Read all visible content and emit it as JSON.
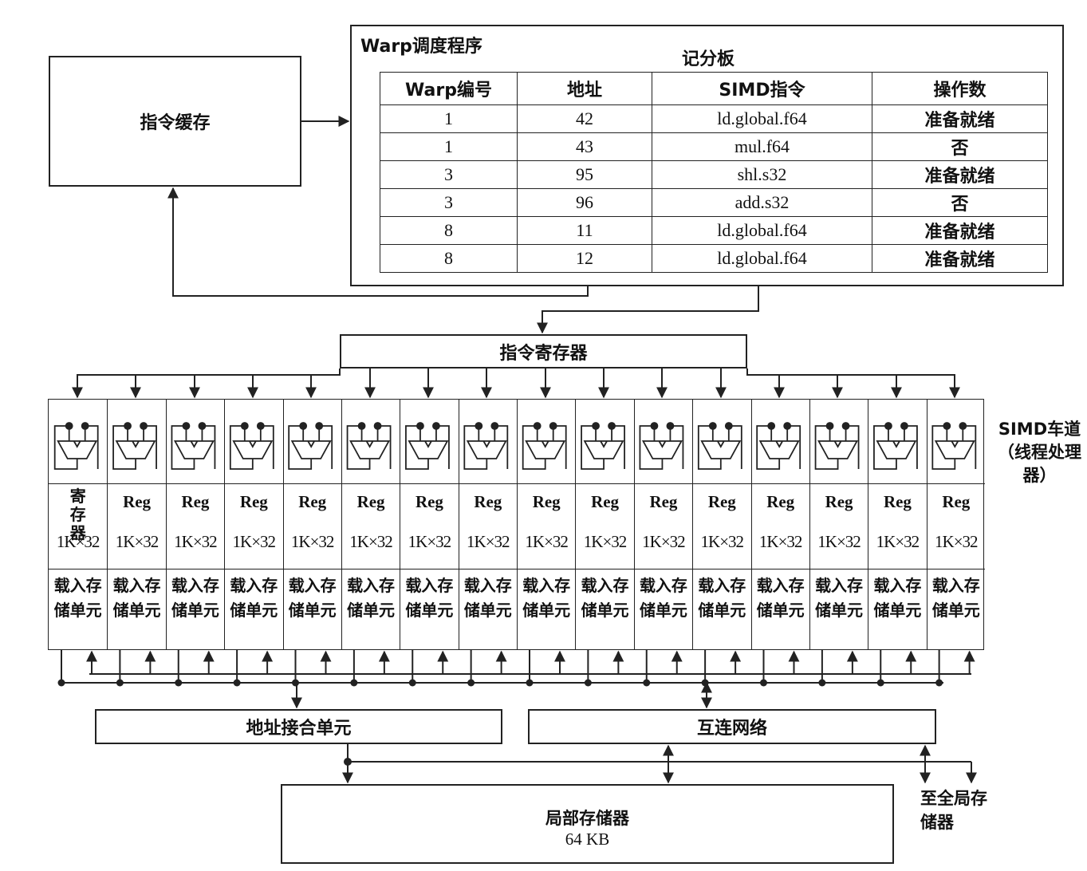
{
  "instruction_cache": {
    "label": "指令缓存"
  },
  "warp_scheduler": {
    "title": "Warp调度程序"
  },
  "scoreboard": {
    "title": "记分板",
    "headers": [
      "Warp编号",
      "地址",
      "SIMD指令",
      "操作数"
    ],
    "rows": [
      [
        "1",
        "42",
        "ld.global.f64",
        "准备就绪"
      ],
      [
        "1",
        "43",
        "mul.f64",
        "否"
      ],
      [
        "3",
        "95",
        "shl.s32",
        "准备就绪"
      ],
      [
        "3",
        "96",
        "add.s32",
        "否"
      ],
      [
        "8",
        "11",
        "ld.global.f64",
        "准备就绪"
      ],
      [
        "8",
        "12",
        "ld.global.f64",
        "准备就绪"
      ]
    ]
  },
  "instruction_register": {
    "label": "指令寄存器"
  },
  "simd_lanes": {
    "label": "SIMD车道（线程处理器）",
    "first_reg_label": "寄存器",
    "reg_label": "Reg",
    "reg_size": "1K×32",
    "load_store_label": "载入存储单元",
    "lane_count": 16
  },
  "address_coalescing": {
    "label": "地址接合单元"
  },
  "interconnect": {
    "label": "互连网络"
  },
  "local_memory": {
    "label": "局部存储器",
    "size": "64 KB"
  },
  "global_memory": {
    "label": "至全局存储器"
  }
}
